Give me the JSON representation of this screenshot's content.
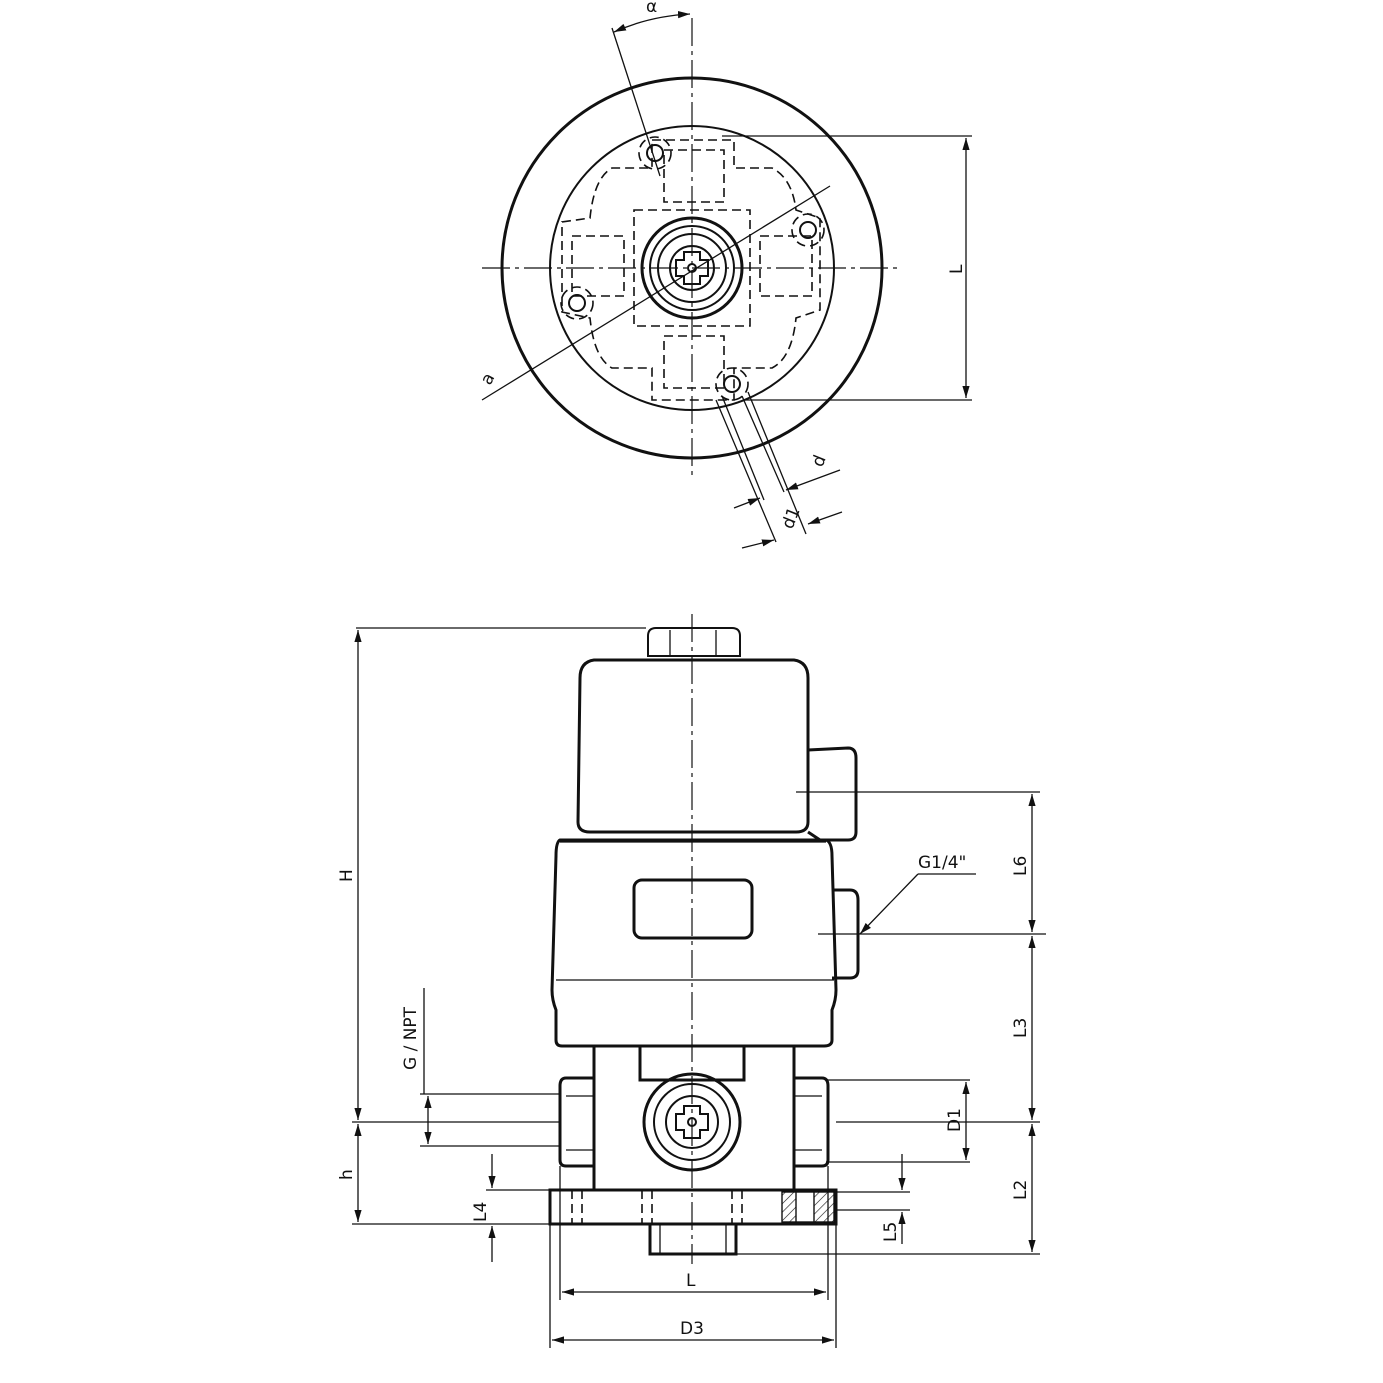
{
  "drawing": {
    "top_view": {
      "labels": {
        "alpha": "α",
        "a": "a",
        "L": "L",
        "d": "d",
        "d1": "d1"
      }
    },
    "side_view": {
      "labels": {
        "H": "H",
        "h": "h",
        "G_NPT": "G / NPT",
        "G14": "G1/4\"",
        "L6": "L6",
        "L3": "L3",
        "D1": "D1",
        "L2": "L2",
        "L4": "L4",
        "L5": "L5",
        "L": "L",
        "D3": "D3"
      }
    }
  }
}
